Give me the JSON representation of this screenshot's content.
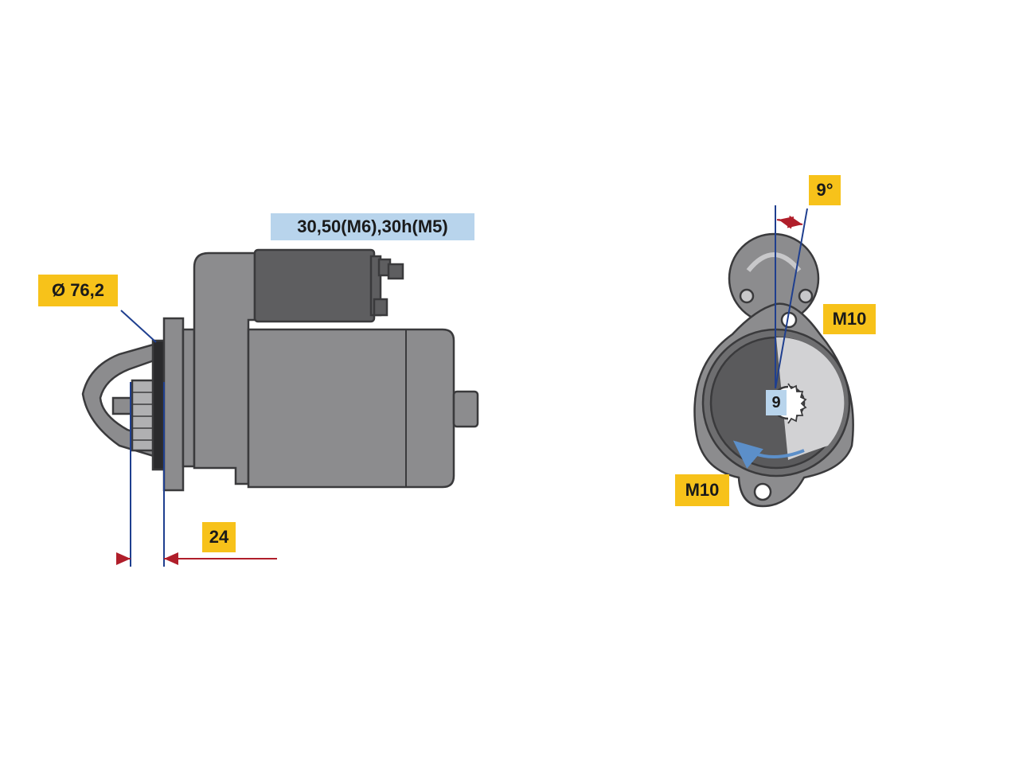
{
  "colors": {
    "body_gray": "#8c8c8e",
    "dark_gray": "#5e5e60",
    "outline": "#3a3a3c",
    "dimension_blue": "#1f3f8f",
    "dimension_red": "#b01e2a",
    "label_yellow": "#f7c21a",
    "label_blue": "#b8d4ec"
  },
  "side_view": {
    "terminal_label": "30,50(M6),30h(M5)",
    "diameter_label": "Ø 76,2",
    "flange_distance_label": "24"
  },
  "front_view": {
    "angle_label": "9°",
    "top_bolt_label": "M10",
    "bottom_bolt_label": "M10",
    "pinion_teeth_label": "9"
  }
}
